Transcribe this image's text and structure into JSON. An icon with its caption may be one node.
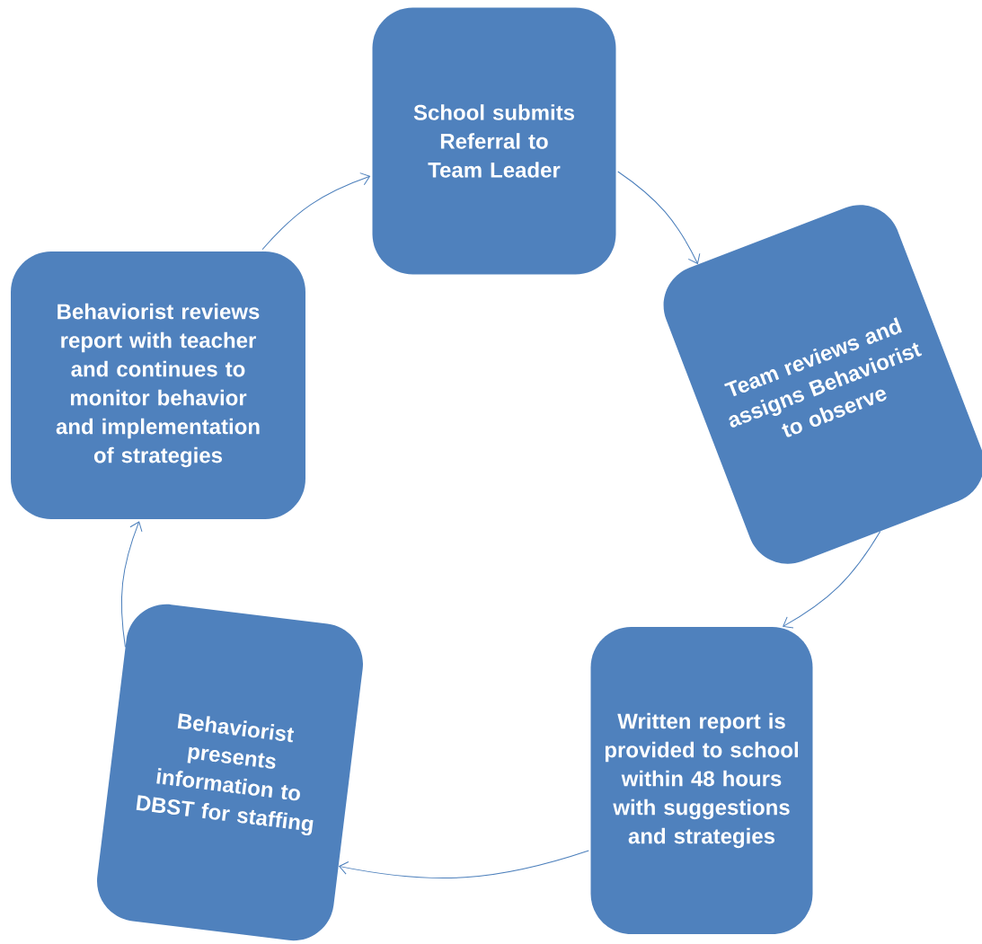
{
  "diagram": {
    "nodes": [
      {
        "text": [
          "School submits Referral to Team Leader"
        ]
      },
      {
        "text": [
          "Team reviews and assigns Behaviorist to observe"
        ]
      },
      {
        "text": [
          "Written report is provided to school within 48 hours with suggestions and strategies"
        ]
      },
      {
        "text": [
          "Behaviorist presents information to DBST for staffing"
        ]
      },
      {
        "text": [
          "Behaviorist reviews report  with teacher and continues to monitor behavior and implementation of strategies"
        ]
      }
    ],
    "edges": [
      {
        "from": 4,
        "to": 0,
        "arrow": "to"
      },
      {
        "from": 0,
        "to": 1,
        "arrow": "to"
      },
      {
        "from": 1,
        "to": 2,
        "arrow": "to"
      },
      {
        "from": 2,
        "to": 3,
        "arrow": "to"
      },
      {
        "from": 3,
        "to": 4,
        "arrow": "to"
      }
    ]
  }
}
